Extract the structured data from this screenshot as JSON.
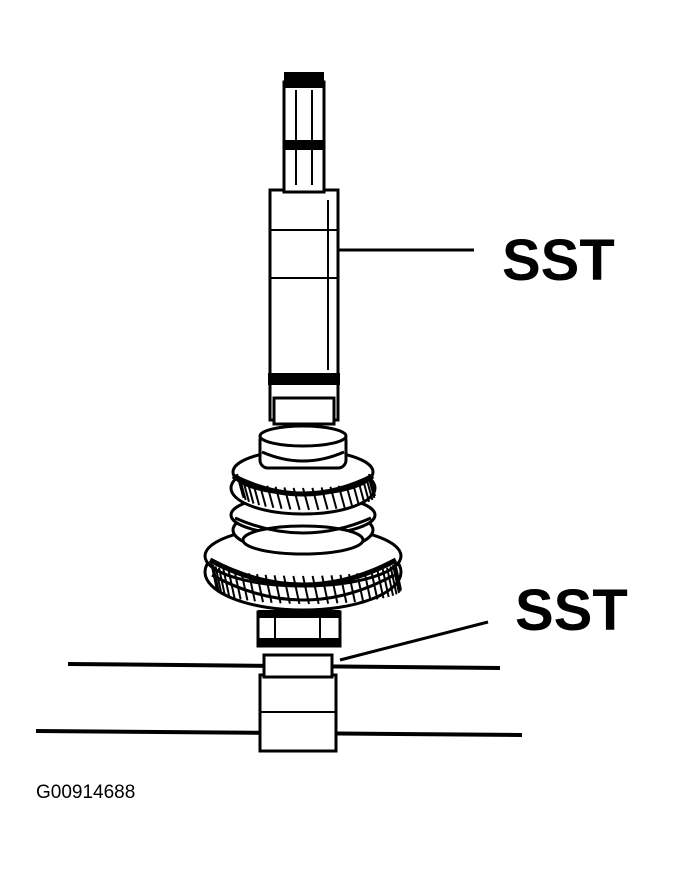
{
  "callouts": {
    "upper": {
      "label": "SST"
    },
    "lower": {
      "label": "SST"
    }
  },
  "figure_code": "G00914688",
  "colors": {
    "ink": "#000000",
    "paper": "#ffffff"
  }
}
